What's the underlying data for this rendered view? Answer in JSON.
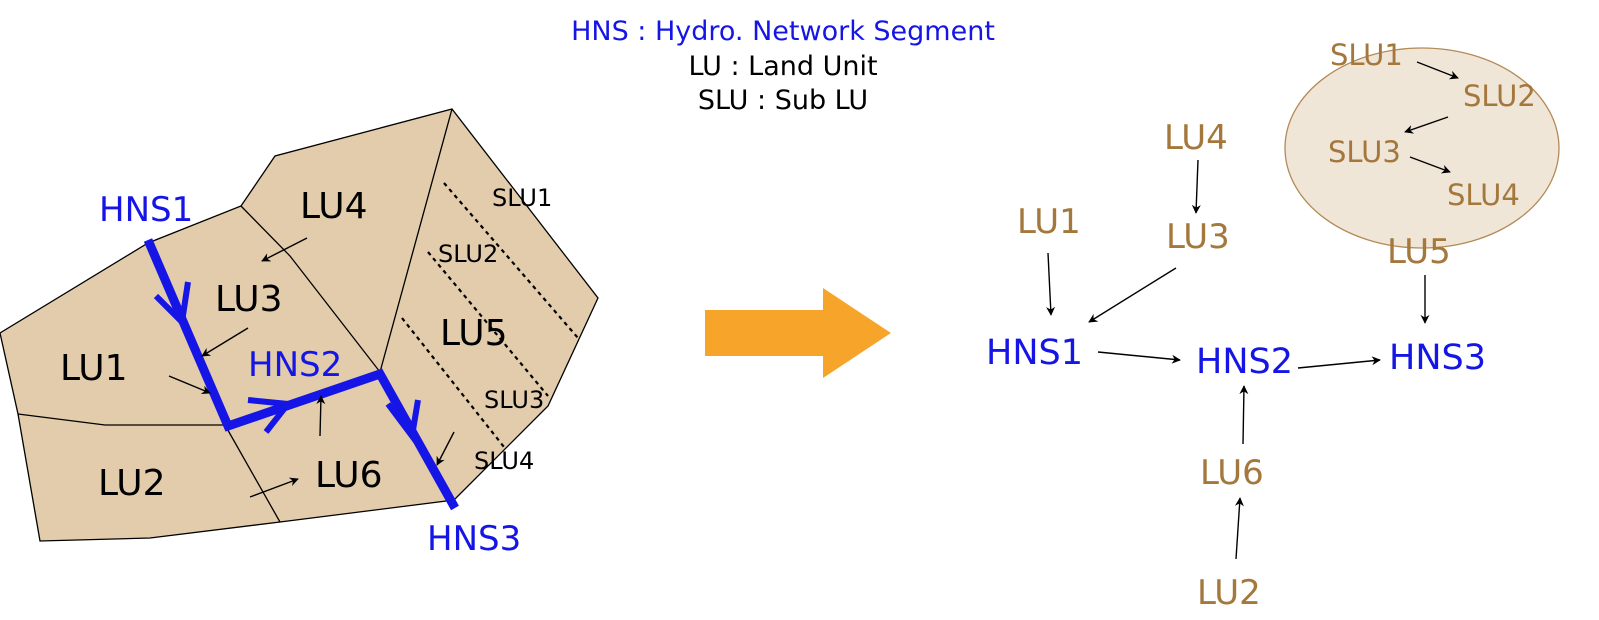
{
  "legend": {
    "hns": "HNS : Hydro. Network Segment",
    "lu": "LU : Land Unit",
    "slu": "SLU : Sub LU"
  },
  "map": {
    "lu1": "LU1",
    "lu2": "LU2",
    "lu3": "LU3",
    "lu4": "LU4",
    "lu5": "LU5",
    "lu6": "LU6",
    "slu1": "SLU1",
    "slu2": "SLU2",
    "slu3": "SLU3",
    "slu4": "SLU4",
    "hns1": "HNS1",
    "hns2": "HNS2",
    "hns3": "HNS3"
  },
  "graph": {
    "lu1": "LU1",
    "lu2": "LU2",
    "lu3": "LU3",
    "lu4": "LU4",
    "lu5": "LU5",
    "lu6": "LU6",
    "hns1": "HNS1",
    "hns2": "HNS2",
    "hns3": "HNS3",
    "slu1": "SLU1",
    "slu2": "SLU2",
    "slu3": "SLU3",
    "slu4": "SLU4"
  },
  "colors": {
    "land": "#e2ccab",
    "hydro": "#1515e6",
    "lu_text": "#a4773c",
    "transform_arrow": "#f7a52a",
    "bubble_fill": "#f0e6d8",
    "bubble_stroke": "#b48a58"
  }
}
